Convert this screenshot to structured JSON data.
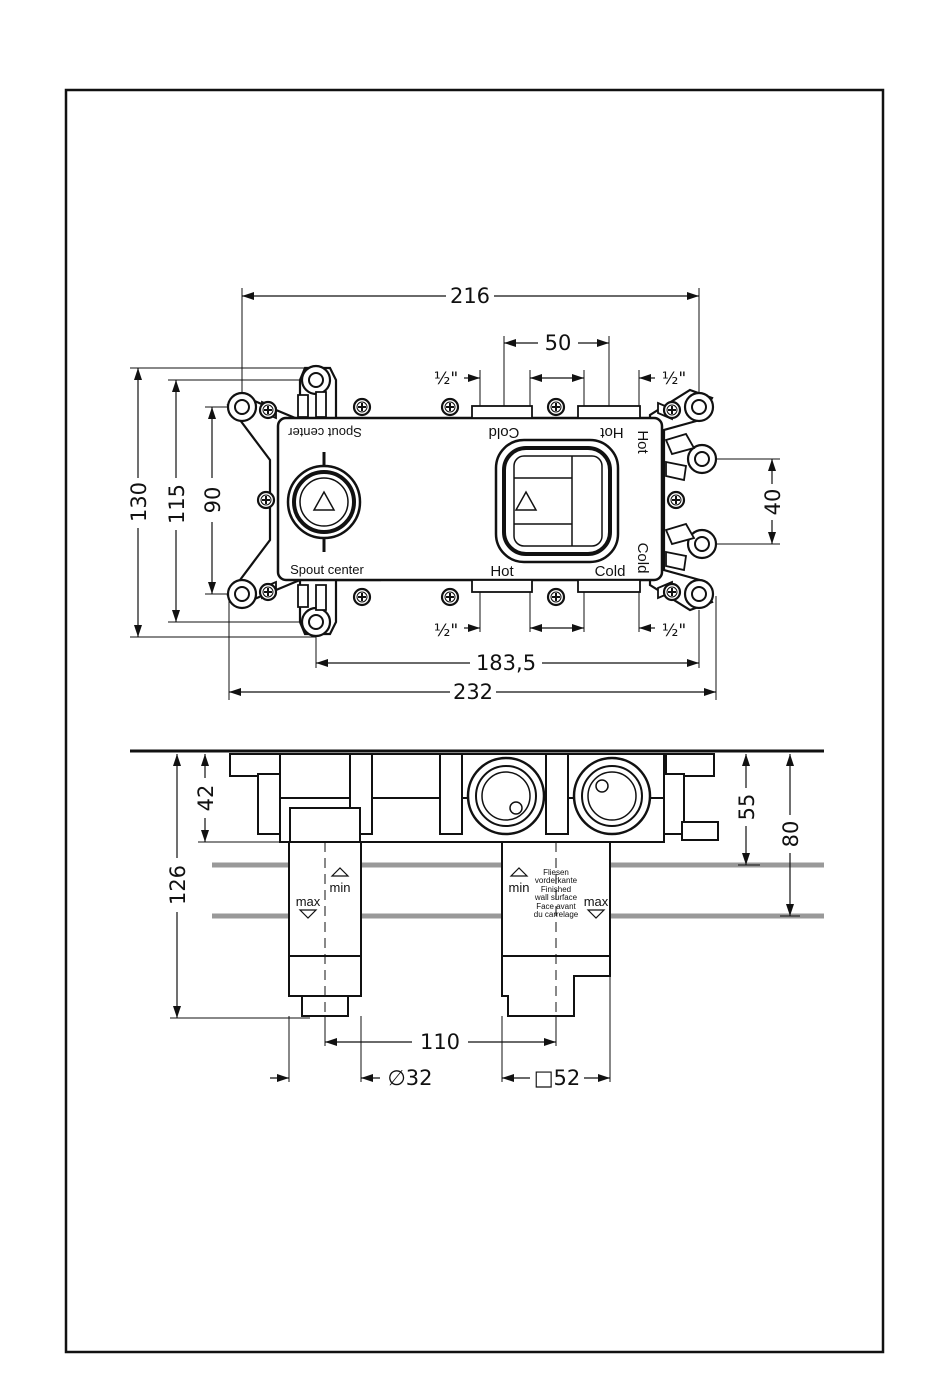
{
  "dimensions": {
    "overall_width": "216",
    "inlet_spacing": "50",
    "half_inch": "½\"",
    "height_130": "130",
    "height_115": "115",
    "height_90": "90",
    "outlet_spacing": "40",
    "width_183": "183,5",
    "width_232": "232",
    "depth_42": "42",
    "depth_126": "126",
    "depth_55": "55",
    "depth_80": "80",
    "spacing_110": "110",
    "diameter_32": "∅32",
    "square_52": "□52"
  },
  "labels": {
    "spout_center_top": "Spout center",
    "spout_center_bottom": "Spout center",
    "cold_top": "Cold",
    "hot_top": "Hot",
    "hot_bottom": "Hot",
    "cold_bottom": "Cold",
    "hot_right": "Hot",
    "cold_right": "Cold",
    "min_left": "min",
    "max_left": "max",
    "min_right": "min",
    "max_right": "max",
    "fliesen": "Fliesen",
    "vorderkante": "vorderkante",
    "finished": "Finished",
    "wall_surface": "wall surface",
    "face_avant": "Face avant",
    "du_carrelage": "du carrelage"
  }
}
